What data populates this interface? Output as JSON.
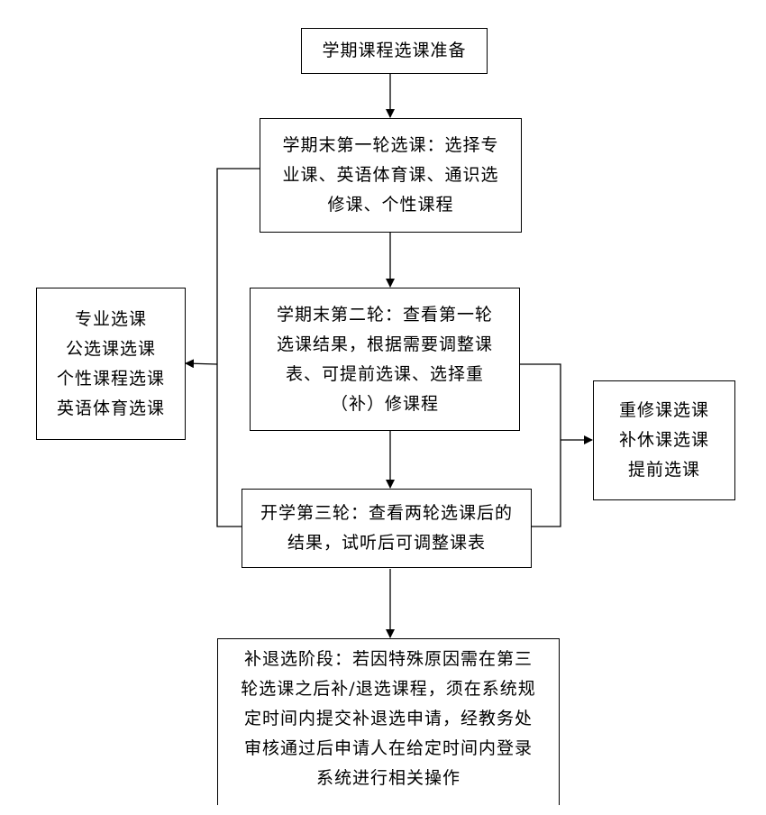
{
  "nodes": {
    "prep": {
      "lines": [
        "学期课程选课准备"
      ]
    },
    "round1": {
      "lines": [
        "学期末第一轮选课：选择专",
        "业课、英语体育课、通识选",
        "修课、个性课程"
      ]
    },
    "round2": {
      "lines": [
        "学期末第二轮：查看第一轮",
        "选课结果，根据需要调整课",
        "表、可提前选课、选择重",
        "（补）修课程"
      ]
    },
    "round3": {
      "lines": [
        "开学第三轮：查看两轮选课后的",
        "结果，试听后可调整课表"
      ]
    },
    "left_box": {
      "lines": [
        "专业选课",
        "公选课选课",
        "个性课程选课",
        "英语体育选课"
      ]
    },
    "right_box": {
      "lines": [
        "重修课选课",
        "补休课选课",
        "提前选课"
      ]
    },
    "addrop": {
      "lines": [
        "补退选阶段：若因特殊原因需在第三",
        "轮选课之后补/退选课程，须在系统规",
        "定时间内提交补退选申请，经教务处",
        "审核通过后申请人在给定时间内登录",
        "系统进行相关操作"
      ]
    }
  }
}
